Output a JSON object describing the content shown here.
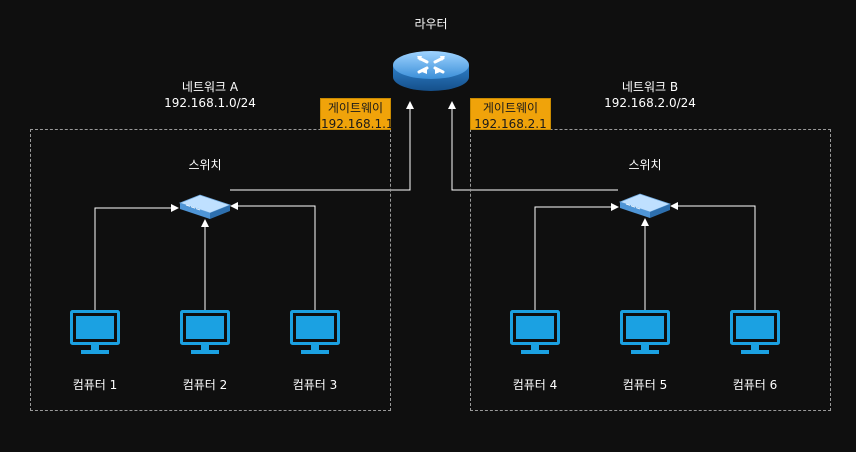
{
  "router": {
    "label": "라우터"
  },
  "networks": [
    {
      "name": "네트워크 A",
      "subnet": "192.168.1.0/24",
      "gateway": {
        "label": "게이트웨이",
        "ip": "192.168.1.1"
      },
      "switch_label": "스위치",
      "computers": [
        "컴퓨터 1",
        "컴퓨터 2",
        "컴퓨터 3"
      ]
    },
    {
      "name": "네트워크 B",
      "subnet": "192.168.2.0/24",
      "gateway": {
        "label": "게이트웨이",
        "ip": "192.168.2.1"
      },
      "switch_label": "스위치",
      "computers": [
        "컴퓨터 4",
        "컴퓨터 5",
        "컴퓨터 6"
      ]
    }
  ],
  "colors": {
    "background": "#0f0f0f",
    "gateway_fill": "#f0a30a",
    "computer_icon": "#1ba1e2",
    "router_icon": "#3a8fd6",
    "connector": "#ffffff"
  },
  "icons": {
    "router": "router-icon",
    "switch": "switch-icon",
    "computer": "monitor-icon"
  }
}
